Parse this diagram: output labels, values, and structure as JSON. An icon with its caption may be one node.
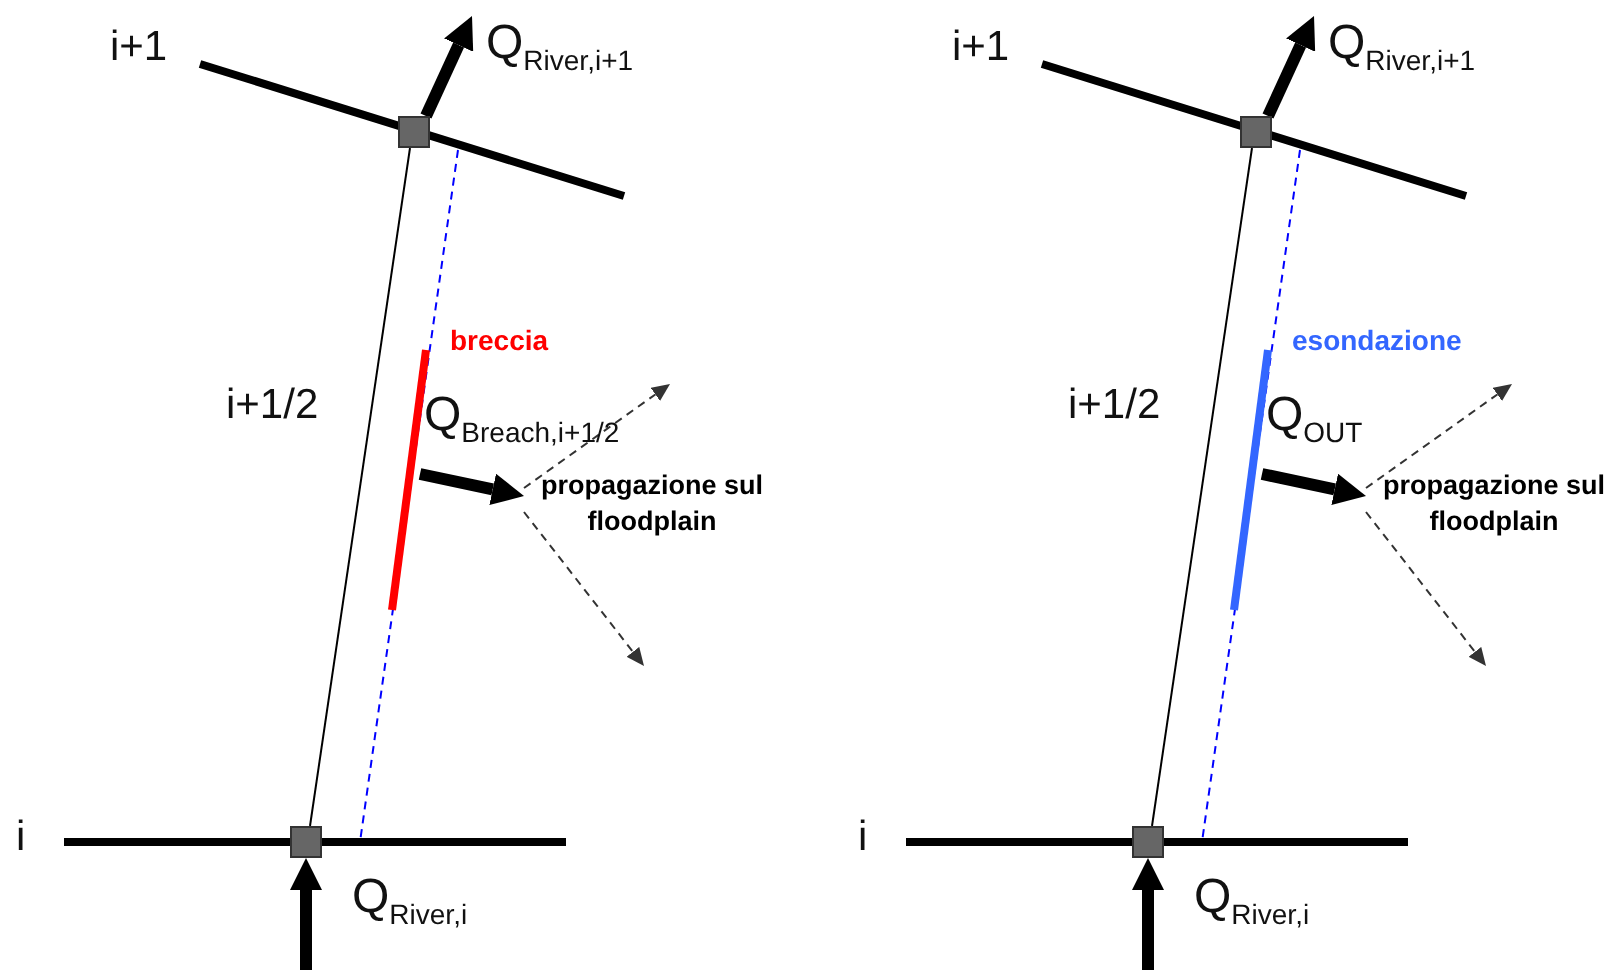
{
  "diagram": {
    "nodes": [
      {
        "text": [],
        "shape": "box"
      },
      {
        "text": [],
        "shape": "bar",
        "beside": [
          "breccia"
        ]
      },
      {
        "text": [
          "propagazione sul floodplain"
        ]
      },
      {
        "text": [],
        "shape": "box"
      },
      {
        "text": [],
        "shape": "box"
      },
      {
        "text": [],
        "shape": "bar",
        "beside": [
          "esondazione"
        ]
      },
      {
        "text": [
          "propagazione sul floodplain"
        ]
      },
      {
        "text": [],
        "shape": "box"
      }
    ],
    "edges": [
      {
        "from": 0,
        "to": null,
        "arrow": "to",
        "label": "Q$_{River,i+1}$",
        "style": "thick"
      },
      {
        "from": 3,
        "to": 0,
        "arrow": "none",
        "label": "i+1/2"
      },
      {
        "from": 1,
        "to": 2,
        "arrow": "to",
        "label": "Q$_{Breach,i+1/2}$",
        "style": "thick"
      },
      {
        "from": 2,
        "to": null,
        "arrow": "to",
        "style": "dashed"
      },
      {
        "from": 2,
        "to": null,
        "arrow": "to",
        "style": "dashed"
      },
      {
        "from": null,
        "to": 3,
        "arrow": "to",
        "label": "Q$_{River,i}$",
        "style": "thick"
      },
      {
        "from": 4,
        "to": null,
        "arrow": "to",
        "label": "Q$_{River,i+1}$",
        "style": "thick"
      },
      {
        "from": 7,
        "to": 4,
        "arrow": "none",
        "label": "i+1/2"
      },
      {
        "from": 5,
        "to": 6,
        "arrow": "to",
        "label": "Q$_{OUT}$",
        "style": "thick"
      },
      {
        "from": 6,
        "to": null,
        "arrow": "to",
        "style": "dashed"
      },
      {
        "from": 6,
        "to": null,
        "arrow": "to",
        "style": "dashed"
      },
      {
        "from": null,
        "to": 7,
        "arrow": "to",
        "label": "Q$_{River,i}$",
        "style": "thick"
      }
    ],
    "labels": [
      "i+1",
      "i",
      "i+1",
      "i"
    ]
  }
}
